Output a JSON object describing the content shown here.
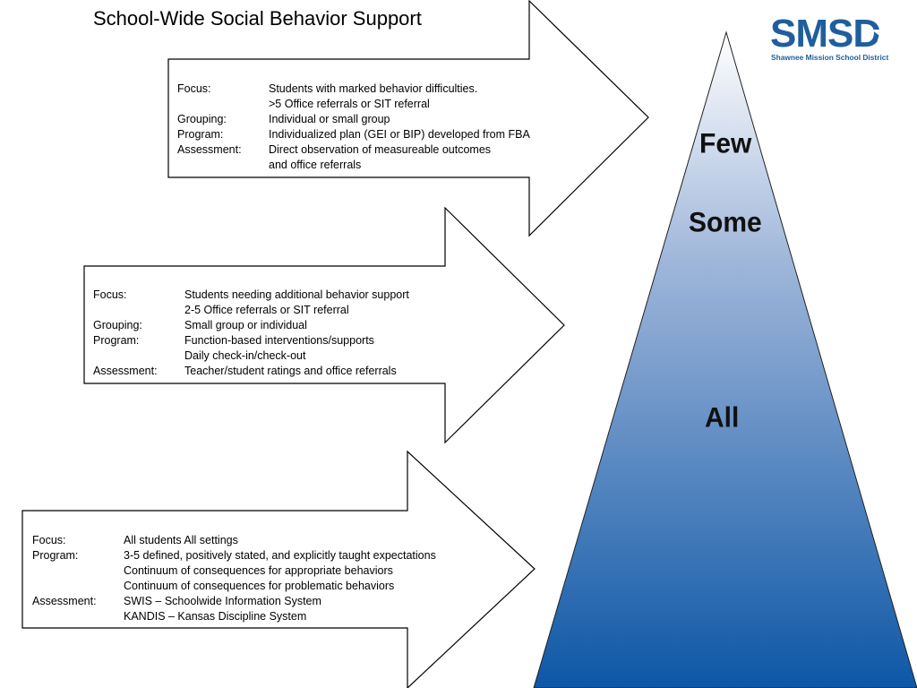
{
  "title": "School-Wide Social Behavior Support",
  "logo": {
    "text": "SMSD",
    "subtitle": "Shawnee Mission School District"
  },
  "pyramid": {
    "tiers": [
      "Few",
      "Some",
      "All"
    ],
    "colors": {
      "top": "#ffffff",
      "bottom": "#0d57a6"
    }
  },
  "panels": {
    "top": {
      "rows": [
        {
          "label": "Focus:",
          "text": "Students with marked behavior difficulties."
        },
        {
          "label": "",
          "text": ">5 Office referrals or SIT referral"
        },
        {
          "label": "Grouping:",
          "text": "Individual or small group"
        },
        {
          "label": "Program:",
          "text": "Individualized plan (GEI or BIP) developed from FBA"
        },
        {
          "label": "Assessment:",
          "text": "Direct observation of measureable outcomes"
        },
        {
          "label": "",
          "text": "and office referrals"
        }
      ]
    },
    "middle": {
      "rows": [
        {
          "label": "Focus:",
          "text": "Students needing additional behavior support"
        },
        {
          "label": "",
          "text": "2-5 Office referrals or SIT referral"
        },
        {
          "label": "Grouping:",
          "text": "Small group or individual"
        },
        {
          "label": "Program:",
          "text": "Function-based interventions/supports"
        },
        {
          "label": "",
          "text": "Daily check-in/check-out"
        },
        {
          "label": "Assessment:",
          "text": "Teacher/student ratings and office referrals"
        }
      ]
    },
    "bottom": {
      "rows": [
        {
          "label": "Focus:",
          "text": "All students All settings"
        },
        {
          "label": "Program:",
          "text": "3-5 defined, positively stated, and explicitly taught expectations"
        },
        {
          "label": "",
          "text": "Continuum of consequences for appropriate behaviors"
        },
        {
          "label": "",
          "text": "Continuum of consequences for problematic  behaviors"
        },
        {
          "label": "Assessment:",
          "text": "SWIS – Schoolwide Information System"
        },
        {
          "label": "",
          "text": "KANDIS – Kansas Discipline System"
        }
      ]
    }
  }
}
